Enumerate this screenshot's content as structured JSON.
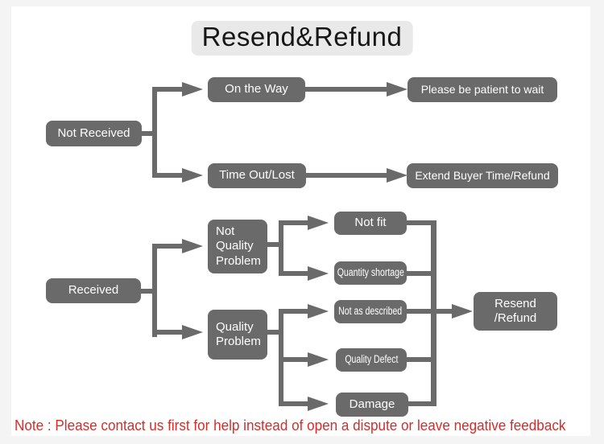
{
  "title": "Resend&Refund",
  "note": "Note : Please contact us first for help instead of open a dispute or leave negative feedback",
  "colors": {
    "node_fill": "#6a6a6a",
    "node_text": "#ffffff",
    "title_bg": "#e9e9e9",
    "note_red": "#d62c29",
    "page_bg": "#f4f4f4",
    "panel_bg": "#ffffff"
  },
  "not_received_flow": {
    "root": "Not Received",
    "branches": [
      {
        "status": "On the Way",
        "action": "Please be patient to wait"
      },
      {
        "status": "Time Out/Lost",
        "action": "Extend Buyer Time/Refund"
      }
    ]
  },
  "received_flow": {
    "root": "Received",
    "categories": [
      {
        "label": "Not Quality Problem",
        "reasons": [
          "Not fit",
          "Quantity shortage"
        ]
      },
      {
        "label": "Quality Problem",
        "reasons": [
          "Not as described",
          "Quality Defect",
          "Damage"
        ]
      }
    ],
    "result": "Resend /Refund"
  }
}
